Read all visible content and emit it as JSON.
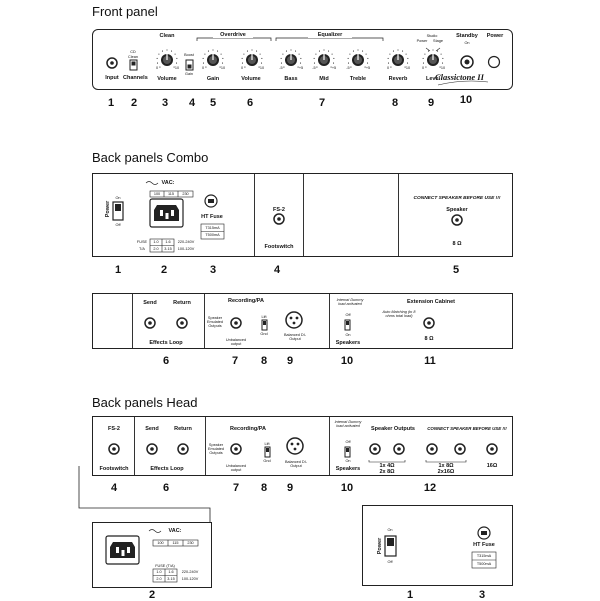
{
  "headings": {
    "front": "Front panel",
    "combo": "Back panels Combo",
    "head": "Back panels Head"
  },
  "front": {
    "input": "Input",
    "channels": "Channels",
    "cd": "CD",
    "clean_small": "Clean",
    "clean_group": "Clean",
    "overdrive_group": "Overdrive",
    "equalizer_group": "Equalizer",
    "boost": "Boost",
    "gain_small": "Gain",
    "volume1": "Volume",
    "gain": "Gain",
    "volume2": "Volume",
    "bass": "Bass",
    "mid": "Mid",
    "treble": "Treble",
    "reverb": "Reverb",
    "level": "Level",
    "studio": "Studio",
    "power_label": "Power",
    "stage": "Stage",
    "standby": "Standby",
    "on": "On",
    "power": "Power",
    "brand": "Classictone II",
    "zero": "0",
    "ten": "10",
    "minus5": "-5",
    "plus5": "+5",
    "numbers": [
      "1",
      "2",
      "3",
      "4",
      "5",
      "6",
      "7",
      "8",
      "9",
      "10"
    ]
  },
  "combo1": {
    "power": "Power",
    "on": "On",
    "off": "Off",
    "vac": "VAC:",
    "v100": "100",
    "v115": "115",
    "v230": "230",
    "fuse": "FUSE",
    "ta": "T/A",
    "f10": "1.0",
    "f16": "1.6",
    "f20": "2.0",
    "f315": "3.15",
    "r1": "220-240V",
    "r2": "100-120V",
    "ht_fuse": "HT Fuse",
    "t315": "T315mA",
    "t500": "T500mA",
    "fs2": "FS-2",
    "footswitch": "Footswitch",
    "connect": "CONNECT SPEAKER BEFORE USE !!!",
    "speaker": "Speaker",
    "ohm8": "8 Ω",
    "numbers": [
      "1",
      "2",
      "3",
      "4",
      "5"
    ]
  },
  "combo2": {
    "send": "Send",
    "return": "Return",
    "effects_loop": "Effects Loop",
    "recording": "Recording/PA",
    "speaker_emulated": "Speaker Emulated Outputs",
    "unbalanced": "Unbalanced output",
    "lift": "Lift",
    "gnd": "Gnd",
    "balanced": "Balanced DI-Output",
    "internal": "Internal Dummy load activated",
    "off": "Off",
    "on": "On",
    "speakers": "Speakers",
    "extension": "Extension Cabinet",
    "auto": "Auto Matching (to 8 ohms total load)",
    "ohm8": "8 Ω",
    "numbers": [
      "6",
      "7",
      "8",
      "9",
      "10",
      "11"
    ]
  },
  "head1": {
    "fs2": "FS-2",
    "footswitch": "Footswitch",
    "send": "Send",
    "return": "Return",
    "effects_loop": "Effects Loop",
    "recording": "Recording/PA",
    "speaker_emulated": "Speaker Emulated Outputs",
    "unbalanced": "Unbalanced output",
    "lift": "Lift",
    "gnd": "Gnd",
    "balanced": "Balanced DI-Output",
    "internal": "Internal Dummy load activated",
    "off": "Off",
    "on": "On",
    "speakers": "Speakers",
    "speaker_outputs": "Speaker Outputs",
    "connect": "CONNECT SPEAKER BEFORE USE !!!",
    "o1": "1x 4Ω",
    "o2": "2x 8Ω",
    "o3": "1x 8Ω",
    "o4": "2x16Ω",
    "o5": "16Ω",
    "numbers": [
      "4",
      "6",
      "7",
      "8",
      "9",
      "10",
      "12"
    ]
  },
  "head2": {
    "vac": "VAC:",
    "v100": "100",
    "v115": "115",
    "v230": "230",
    "fuse": "FUSE (T/A)",
    "f10": "1.0",
    "f16": "1.6",
    "f20": "2.0",
    "f315": "3.15",
    "r1": "220-240V",
    "r2": "100-120V",
    "power": "Power",
    "on": "On",
    "off": "Off",
    "ht_fuse": "HT Fuse",
    "t315": "T315mA",
    "t500": "T500mA",
    "numbers": [
      "2",
      "1",
      "3"
    ]
  }
}
